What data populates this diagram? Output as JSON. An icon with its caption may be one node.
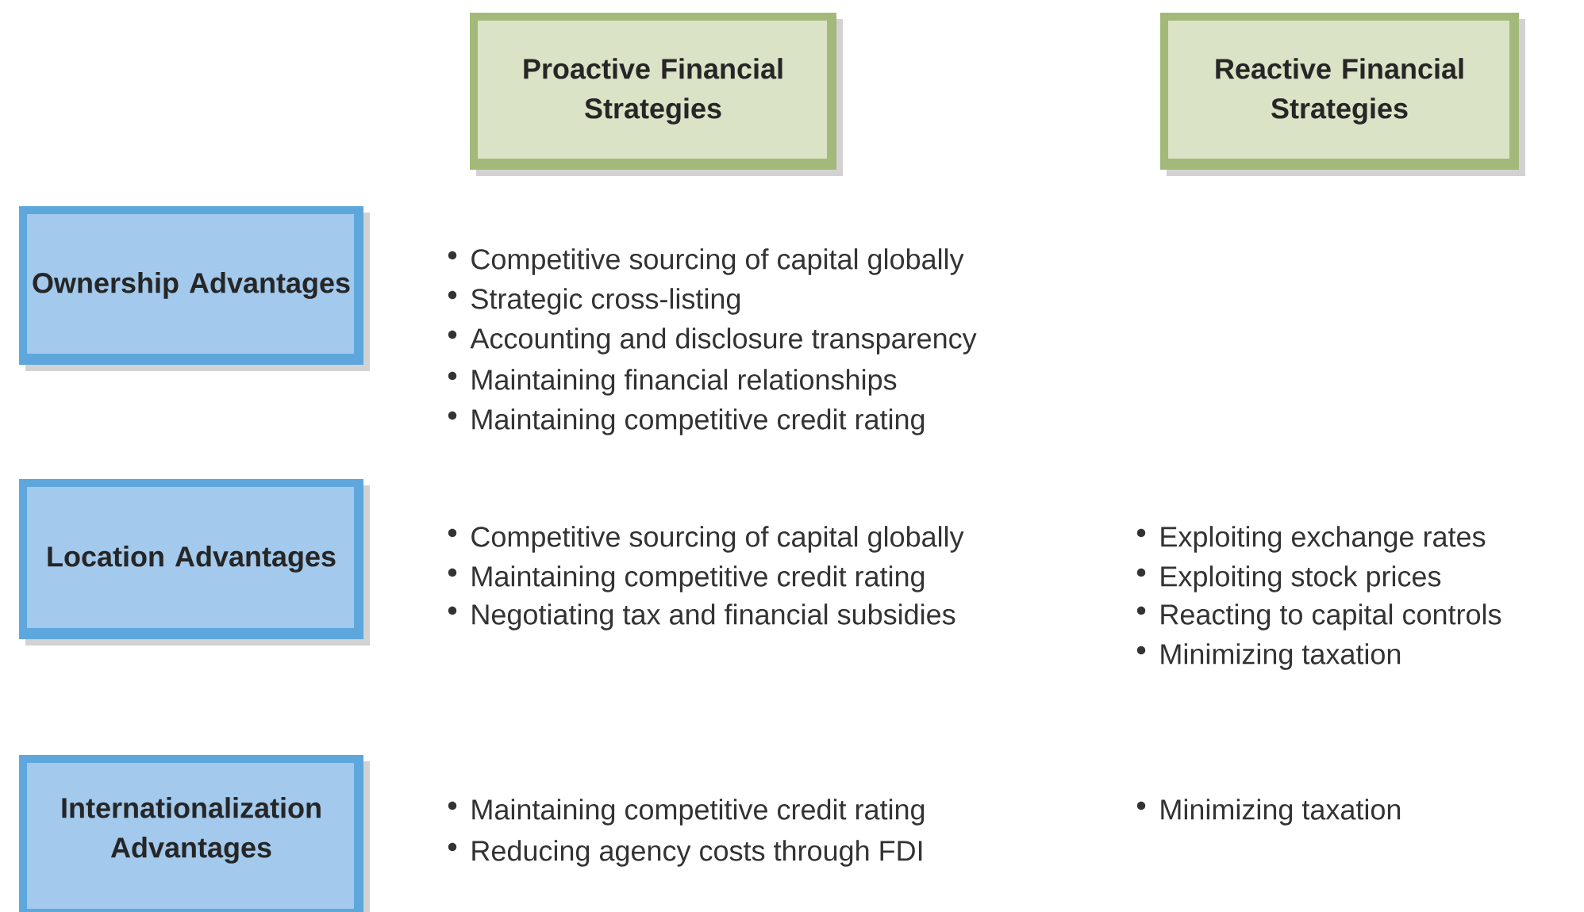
{
  "diagram": {
    "nodes": [
      {
        "text": [
          "Proactive Financial Strategies"
        ]
      },
      {
        "text": [
          "Reactive Financial Strategies"
        ]
      },
      {
        "text": [
          "Ownership Advantages"
        ]
      },
      {
        "text": [
          "Location Advantages"
        ]
      },
      {
        "text": [
          "Internationalization Advantages"
        ]
      }
    ],
    "labels": [
      "Competitive sourcing of capital globally",
      "Strategic cross-listing",
      "Accounting and disclosure transparency",
      "Maintaining financial relationships",
      "Maintaining competitive credit rating",
      "Competitive sourcing of capital globally",
      "Maintaining competitive credit rating",
      "Negotiating tax and financial subsidies",
      "Exploiting exchange rates",
      "Exploiting stock prices",
      "Reacting to capital controls",
      "Minimizing taxation",
      "Maintaining competitive credit rating",
      "Reducing agency costs through FDI",
      "Minimizing taxation"
    ]
  }
}
